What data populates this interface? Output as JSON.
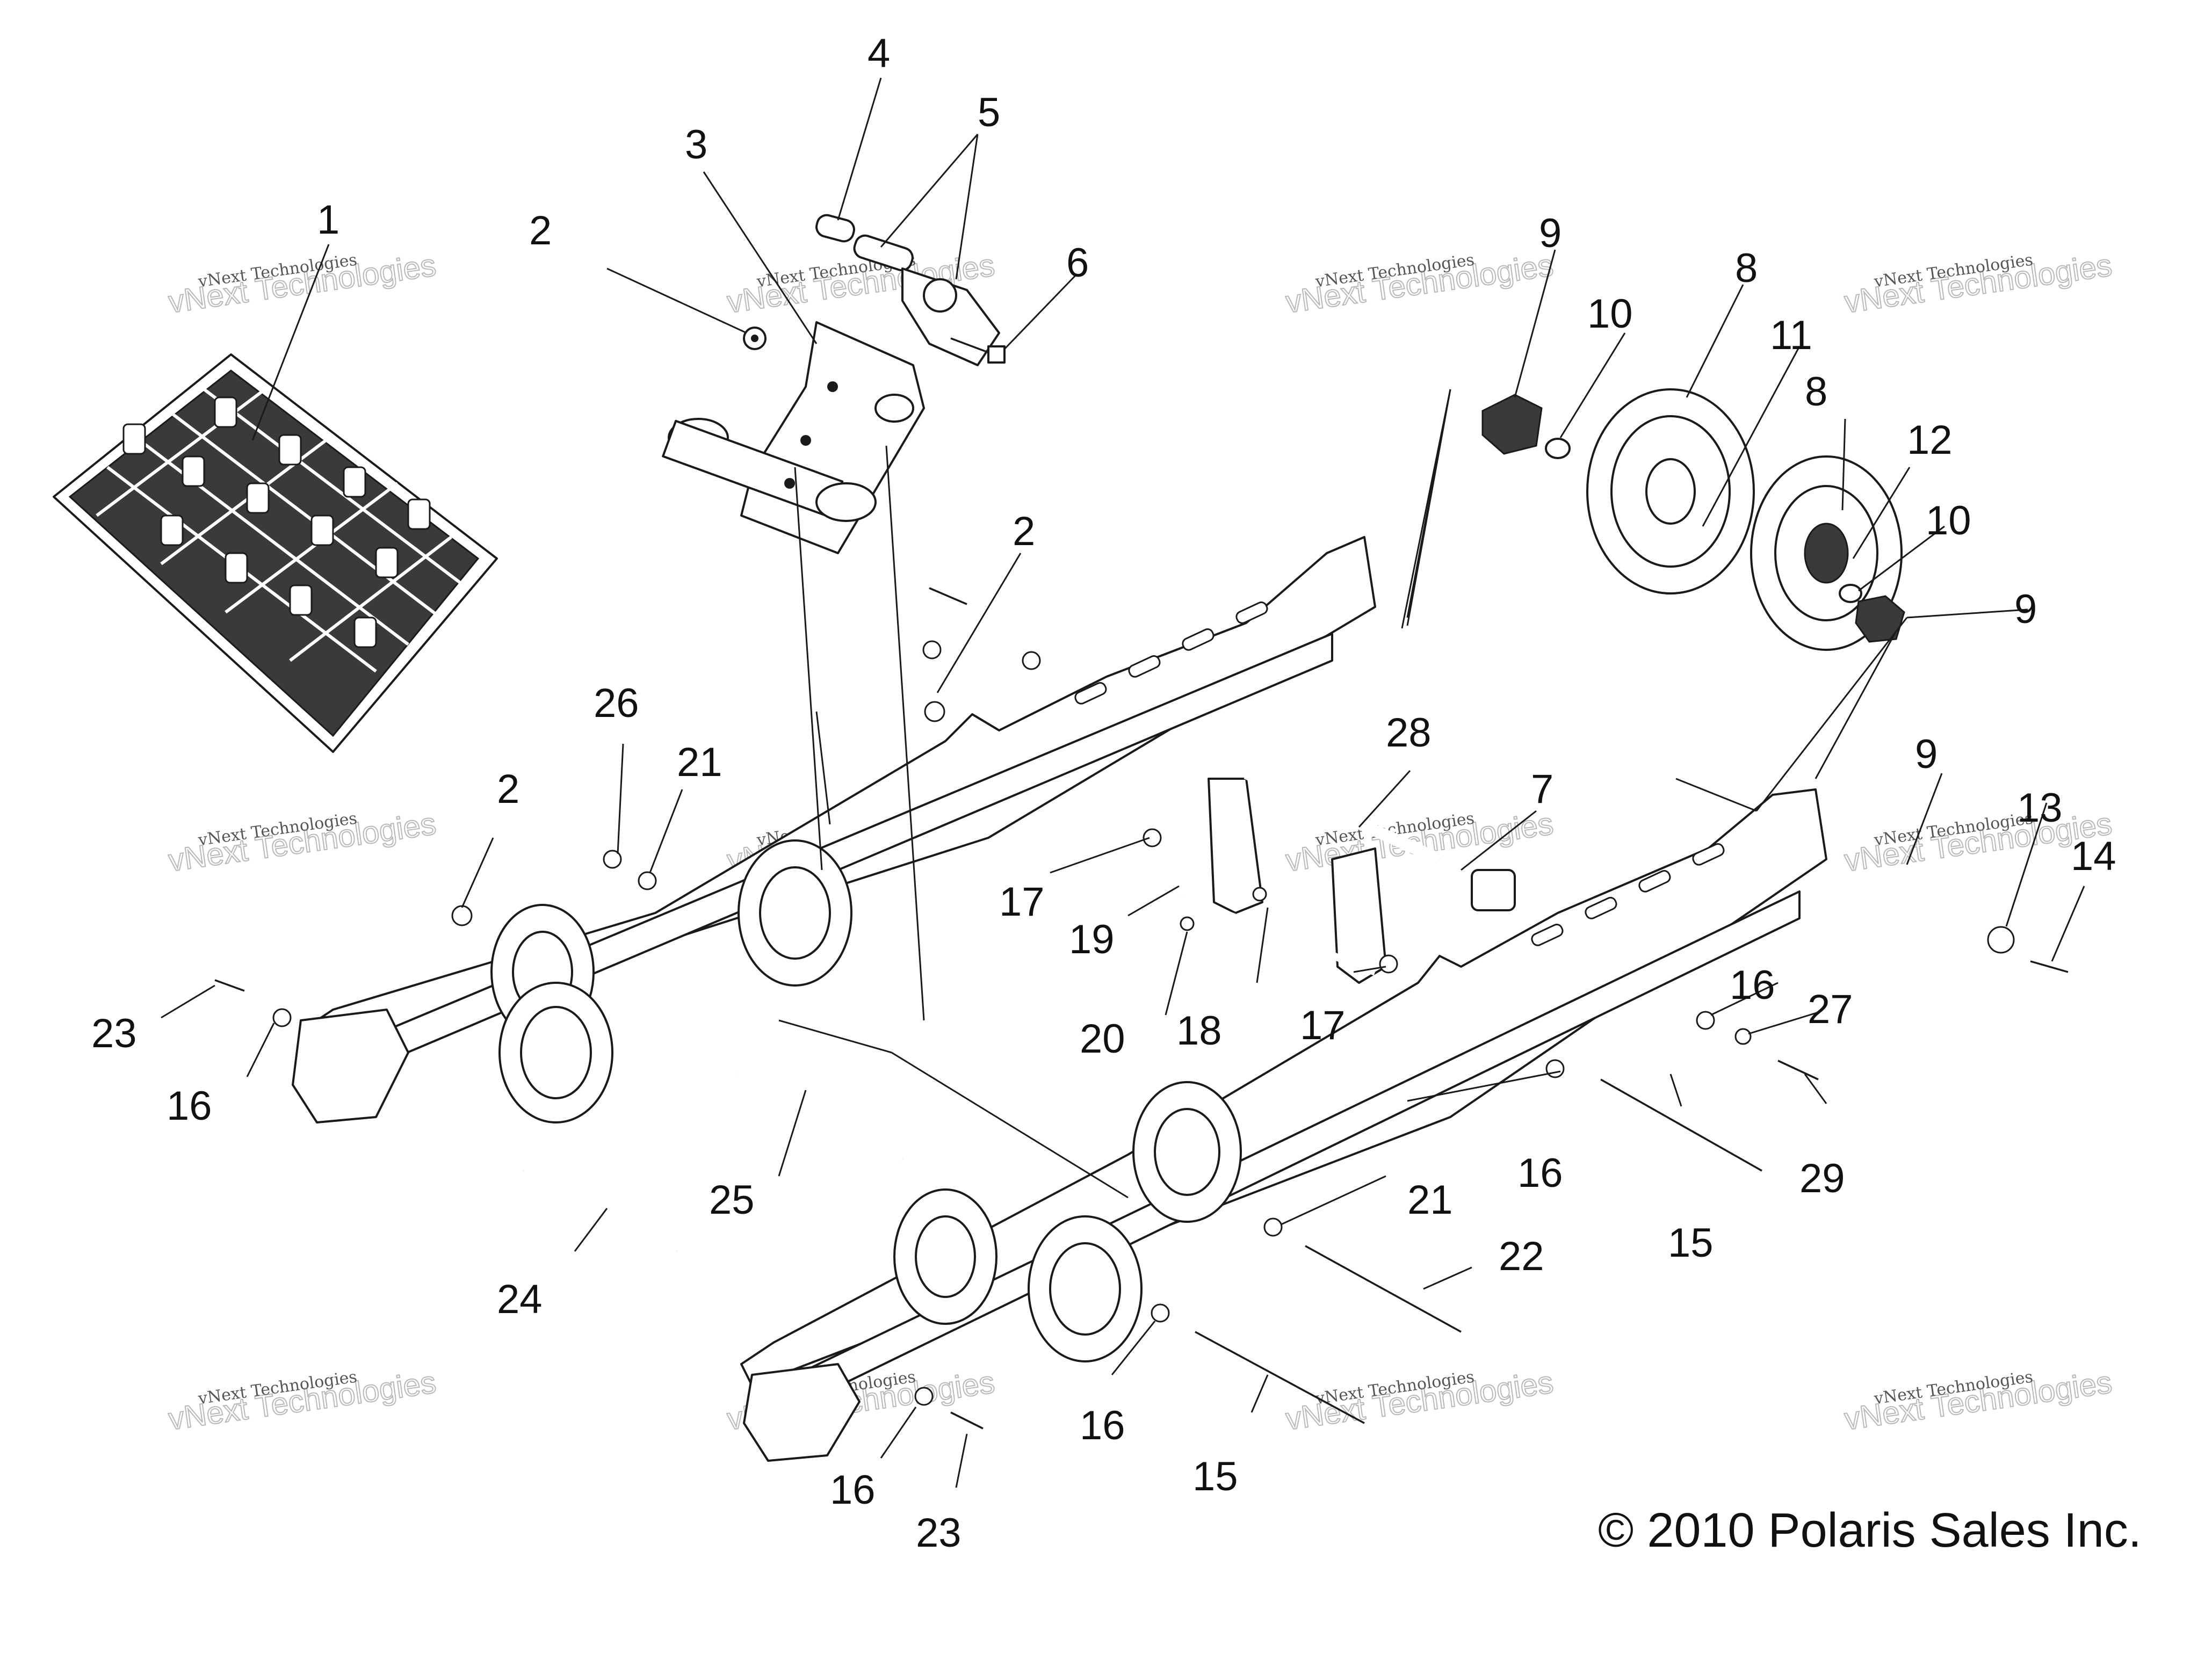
{
  "diagram": {
    "callouts": [
      {
        "id": "c1",
        "text": "1"
      },
      {
        "id": "c2a",
        "text": "2"
      },
      {
        "id": "c2b",
        "text": "2"
      },
      {
        "id": "c2c",
        "text": "2"
      },
      {
        "id": "c3",
        "text": "3"
      },
      {
        "id": "c4",
        "text": "4"
      },
      {
        "id": "c5",
        "text": "5"
      },
      {
        "id": "c6",
        "text": "6"
      },
      {
        "id": "c7",
        "text": "7"
      },
      {
        "id": "c8a",
        "text": "8"
      },
      {
        "id": "c8b",
        "text": "8"
      },
      {
        "id": "c9a",
        "text": "9"
      },
      {
        "id": "c9b",
        "text": "9"
      },
      {
        "id": "c9c",
        "text": "9"
      },
      {
        "id": "c10a",
        "text": "10"
      },
      {
        "id": "c10b",
        "text": "10"
      },
      {
        "id": "c11",
        "text": "11"
      },
      {
        "id": "c12",
        "text": "12"
      },
      {
        "id": "c13",
        "text": "13"
      },
      {
        "id": "c14",
        "text": "14"
      },
      {
        "id": "c15a",
        "text": "15"
      },
      {
        "id": "c15b",
        "text": "15"
      },
      {
        "id": "c16a",
        "text": "16"
      },
      {
        "id": "c16b",
        "text": "16"
      },
      {
        "id": "c16c",
        "text": "16"
      },
      {
        "id": "c16d",
        "text": "16"
      },
      {
        "id": "c16e",
        "text": "16"
      },
      {
        "id": "c17a",
        "text": "17"
      },
      {
        "id": "c17b",
        "text": "17"
      },
      {
        "id": "c18",
        "text": "18"
      },
      {
        "id": "c19",
        "text": "19"
      },
      {
        "id": "c20",
        "text": "20"
      },
      {
        "id": "c21a",
        "text": "21"
      },
      {
        "id": "c21b",
        "text": "21"
      },
      {
        "id": "c22",
        "text": "22"
      },
      {
        "id": "c23a",
        "text": "23"
      },
      {
        "id": "c23b",
        "text": "23"
      },
      {
        "id": "c24",
        "text": "24"
      },
      {
        "id": "c25",
        "text": "25"
      },
      {
        "id": "c26",
        "text": "26"
      },
      {
        "id": "c27",
        "text": "27"
      },
      {
        "id": "c28",
        "text": "28"
      },
      {
        "id": "c29",
        "text": "29"
      }
    ],
    "watermark": {
      "line1": "vNext Technologies",
      "line2": "vNext Technologies"
    },
    "copyright": "© 2010 Polaris Sales Inc."
  }
}
